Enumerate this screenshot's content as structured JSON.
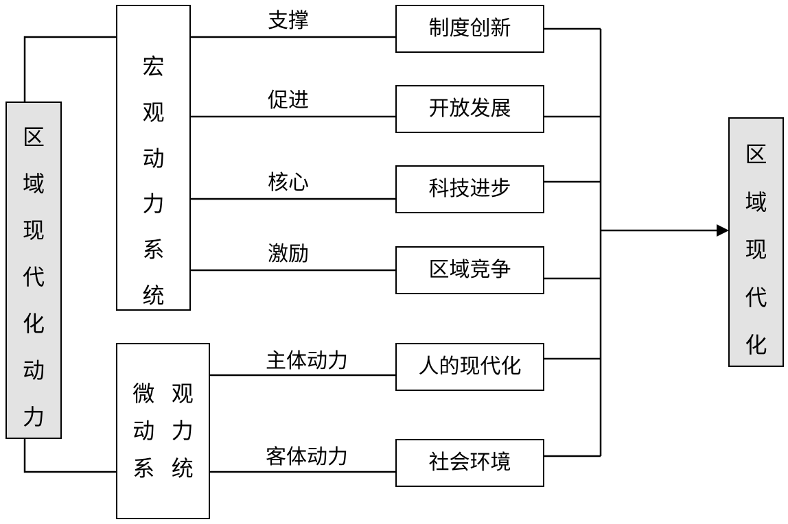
{
  "left_box": {
    "chars": [
      "区",
      "域",
      "现",
      "代",
      "化",
      "动",
      "力"
    ]
  },
  "macro_box": {
    "chars": [
      "宏",
      "观",
      "动",
      "力",
      "系",
      "统"
    ]
  },
  "micro_box": {
    "chars": [
      "微",
      "观",
      "动",
      "力",
      "系",
      "统"
    ]
  },
  "right_box": {
    "chars": [
      "区",
      "域",
      "现",
      "代",
      "化"
    ]
  },
  "factors": [
    {
      "edge_label": "支撑",
      "box_label": "制度创新"
    },
    {
      "edge_label": "促进",
      "box_label": "开放发展"
    },
    {
      "edge_label": "核心",
      "box_label": "科技进步"
    },
    {
      "edge_label": "激励",
      "box_label": "区域竞争"
    },
    {
      "edge_label": "主体动力",
      "box_label": "人的现代化"
    },
    {
      "edge_label": "客体动力",
      "box_label": "社会环境"
    }
  ]
}
